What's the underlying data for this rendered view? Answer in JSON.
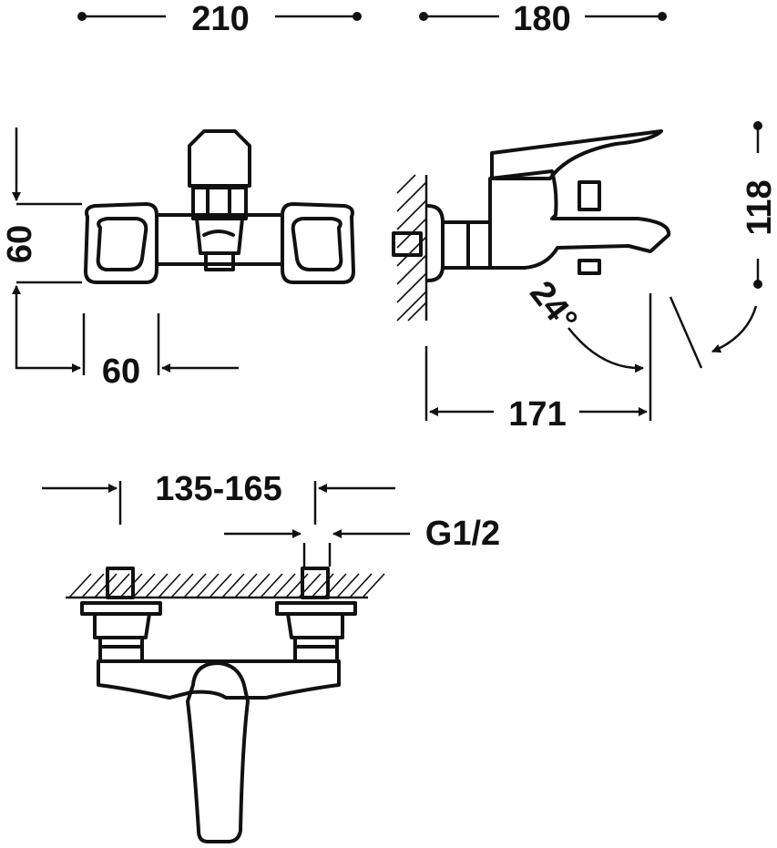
{
  "dimensions": {
    "top_width": "210",
    "top_depth": "180",
    "front_height": "60",
    "front_width": "60",
    "side_height": "118",
    "side_reach": "171",
    "angle": "24°",
    "centers": "135-165",
    "thread": "G1/2"
  },
  "colors": {
    "line": "#111111",
    "background": "#ffffff"
  }
}
